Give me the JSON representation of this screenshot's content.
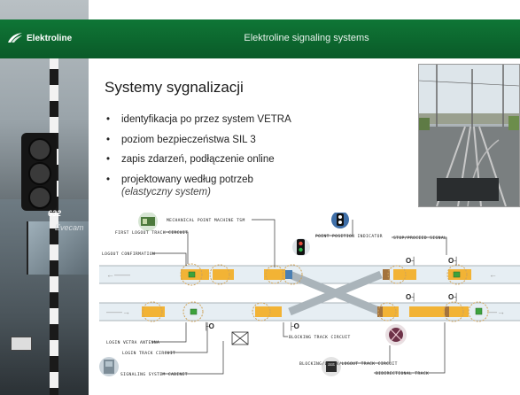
{
  "header": {
    "brand": "Elektroline",
    "title": "Elektroline signaling systems",
    "accent_color": "#0f7636"
  },
  "slide": {
    "title": "Systemy sygnalizacji",
    "bullets": [
      "identyfikacja po przez system VETRA",
      "poziom bezpieczeństwa SIL 3",
      "zapis zdarzeń, podłączenie online",
      "projektowany według potrzeb"
    ],
    "bullet_sub": "(elastyczny system)"
  },
  "photo": {
    "bus_number": "632",
    "bus_destination": "Evecam"
  },
  "diagram": {
    "labels": {
      "mechanical_point_machine": "MECHANICAL POINT MACHINE TSM",
      "first_logout": "FIRST LOGOUT TRACK CIRCUIT",
      "logout_confirmation": "LOGOUT CONFIRMATION",
      "point_position_indicator": "POINT POSITION INDICATOR",
      "stop_proceed_signal": "STOP/PROCEED SIGNAL",
      "login_vetra_antenna": "LOGIN VETRA ANTENNA",
      "login_track_circuit": "LOGIN TRACK CIRCUIT",
      "signaling_system_cabinet": "SIGNALING SYSTEM CABINET",
      "blocking_track_circuit": "BLOCKING TRACK CIRCUIT",
      "blocking_login_logout": "BLOCKING/LOGIN/LOGOUT TRACK CIRCUIT",
      "bidirectional_track": "BIDIRECTIONAL TRACK"
    }
  },
  "icons": [
    "elektroline-logo-icon",
    "traffic-signal-icon",
    "track-switch-icon",
    "cabinet-icon",
    "point-machine-icon"
  ]
}
